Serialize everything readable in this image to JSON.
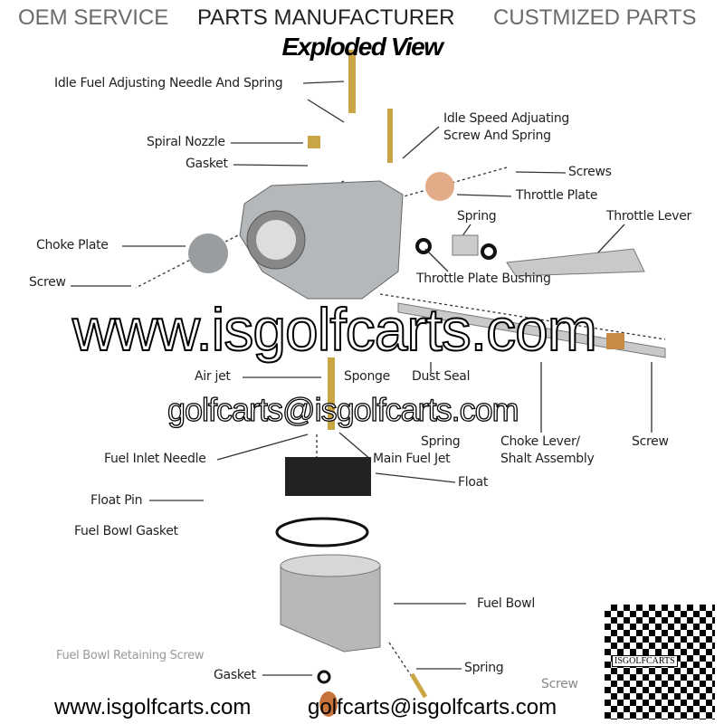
{
  "header": {
    "left": "OEM SERVICE",
    "middle": "PARTS MANUFACTURER",
    "right": "CUSTMIZED PARTS",
    "title": "Exploded View"
  },
  "labels": {
    "idle_fuel": "Idle Fuel Adjusting Needle And Spring",
    "idle_speed_1": "Idle Speed Adjuating",
    "idle_speed_2": "Screw And Spring",
    "spiral_nozzle": "Spiral Nozzle",
    "gasket_top": "Gasket",
    "screws": "Screws",
    "throttle_plate": "Throttle Plate",
    "spring_1": "Spring",
    "throttle_lever": "Throttle Lever",
    "choke_plate": "Choke Plate",
    "throttle_bushing": "Throttle Plate Bushing",
    "screw_left": "Screw",
    "sponge": "Sponge",
    "dust_seal": "Dust Seal",
    "air_jet": "Air jet",
    "spring_2": "Spring",
    "fuel_inlet": "Fuel Inlet Needle",
    "main_jet": "Main Fuel Jet",
    "choke_lever_1": "Choke Lever/",
    "choke_lever_2": "Shalt Assembly",
    "screw_right": "Screw",
    "float": "Float",
    "float_pin": "Float Pin",
    "bowl_gasket": "Fuel Bowl Gasket",
    "fuel_bowl": "Fuel Bowl",
    "gasket_bottom": "Gasket",
    "spring_3": "Spring",
    "screw_bottom": "Screw",
    "bowl_screw": "Fuel Bowl Retaining Screw"
  },
  "watermarks": {
    "site": "www.isgolfcarts.com",
    "email": "golfcarts@isgolfcarts.com"
  },
  "qr": {
    "caption": "ISGOLFCARTS"
  }
}
